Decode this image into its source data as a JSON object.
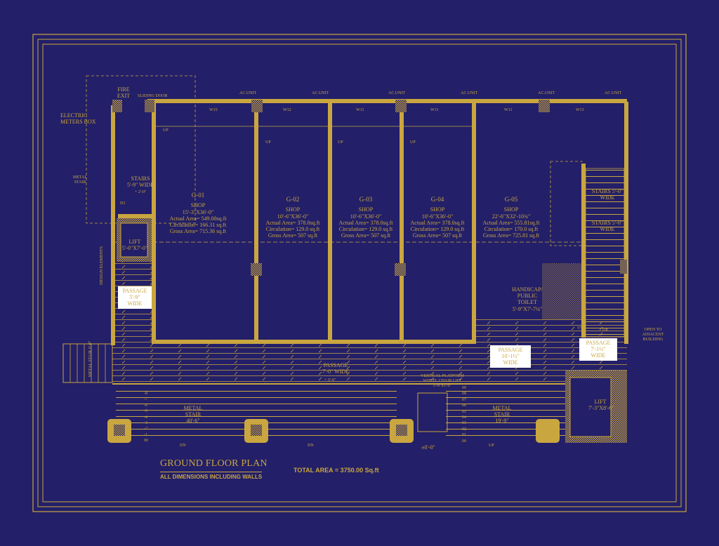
{
  "title": "GROUND FLOOR PLAN",
  "subtitle": "ALL DIMENSIONS INCLUDING WALLS",
  "total_area": "TOTAL AREA  =  3750.00 Sq.ft",
  "shops": [
    {
      "id": "G-01",
      "type": "SHOP",
      "size": "15'-3\"X36'-0\"",
      "actual": "Actual Area= 549.00sq.ft",
      "circulation": "Circulation= 166.31 sq.ft",
      "gross": "Gross Area= 715.36 sq.ft"
    },
    {
      "id": "G-02",
      "type": "SHOP",
      "size": "10'-6\"X36'-0\"",
      "actual": "Actual Area= 378.0sq.ft",
      "circulation": "Circulation= 129.0 sq.ft",
      "gross": "Gross Area= 507 sq.ft"
    },
    {
      "id": "G-03",
      "type": "SHOP",
      "size": "10'-6\"X36'-0\"",
      "actual": "Actual Area= 378.0sq.ft",
      "circulation": "Circulation= 129.0 sq.ft",
      "gross": "Gross Area= 507 sq.ft"
    },
    {
      "id": "G-04",
      "type": "SHOP",
      "size": "10'-6\"X36'-0\"",
      "actual": "Actual Area= 378.0sq.ft",
      "circulation": "Circulation= 129.0 sq.ft",
      "gross": "Gross Area= 507 sq.ft"
    },
    {
      "id": "G-05",
      "type": "SHOP",
      "size": "22'-6\"X32'-10¾\"",
      "actual": "Actual Area= 555.81sq.ft",
      "circulation": "Circulation= 170.0 sq.ft",
      "gross": "Gross Area= 725.81 sq.ft"
    }
  ],
  "labels": {
    "fire_exit": "FIRE EXIT",
    "up": "UP",
    "dn": "DN",
    "sliding_door": "SLIDING DOOR",
    "electric_meters": "ELECTRIC METERS BOX",
    "metal_stair_side": "METAL STAIR",
    "stairs_left": "STAIRS 5'-9\" WIDE",
    "level_left": "+ 2'-0\"",
    "lift_left": "LIFT 5'-0\"X7'-0\"",
    "design_elements": "DESIGN ELEMENTS",
    "ac_unit": "AC.UNIT",
    "windows": [
      "W15",
      "W12",
      "W11",
      "W11",
      "W11",
      "W13"
    ],
    "d3": "D3",
    "v5": "V5",
    "stairs_right_1": "STAIRS 5'-0\" WIDE",
    "stairs_right_2": "STAIRS 5'-0\" WIDE",
    "toilet": "HANDICAP/ PUBLIC TOILET 5'-9\"X7'-7¼\"",
    "open_to": "OPEN TO ADJACENT BUILDING",
    "passage_main": "PASSAGE 7'-0\" WIDE",
    "passage_level": "+ 5'-0\"",
    "wheelchair_lift": "VERTICAL PLATFORM WHEEL CHAIR LIFT 5'-0\"x5'-0\"",
    "metal_stair_left": "METAL STAIR 40'-6\"",
    "metal_stair_right": "METAL STAIR 19'-9\"",
    "metal_stair_small": "METAL STAIR 6'-0\"",
    "lift_right": "LIFT 7'-3\"X8'-6\"",
    "ground_level": "±0'-0\"",
    "passage_left": "PASSAGE 5'-9\" WIDE",
    "passage_mid": "PASSAGE 10'-1½\" WIDE",
    "passage_right": "PASSAGE 7'-1½\" WIDE"
  },
  "stair_steps_left": [
    "-8",
    "-7",
    "-6",
    "-5",
    "-4",
    "-3",
    "-2",
    "-1",
    "00"
  ],
  "stair_steps_right": [
    "09",
    "08",
    "07",
    "06",
    "05",
    "04",
    "03",
    "02",
    "01",
    "00"
  ],
  "colors": {
    "background": "#231f68",
    "line": "#c9a640",
    "label_bg": "#ffffff"
  }
}
